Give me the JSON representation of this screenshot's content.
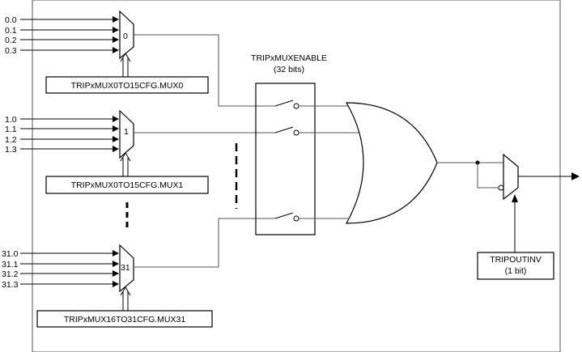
{
  "mux0": {
    "inputs": [
      "0.0",
      "0.1",
      "0.2",
      "0.3"
    ],
    "label": "0",
    "select_register": "TRIPxMUX0TO15CFG.MUX0"
  },
  "mux1": {
    "inputs": [
      "1.0",
      "1.1",
      "1.2",
      "1.3"
    ],
    "label": "1",
    "select_register": "TRIPxMUX0TO15CFG.MUX1"
  },
  "mux31": {
    "inputs": [
      "31.0",
      "31.1",
      "31.2",
      "31.3"
    ],
    "label": "31",
    "select_register": "TRIPxMUX16TO31CFG.MUX31"
  },
  "enable_block": {
    "name": "TRIPxMUXENABLE",
    "width": "(32 bits)"
  },
  "invert_block": {
    "name": "TRIPOUTINV",
    "width": "(1 bit)"
  }
}
